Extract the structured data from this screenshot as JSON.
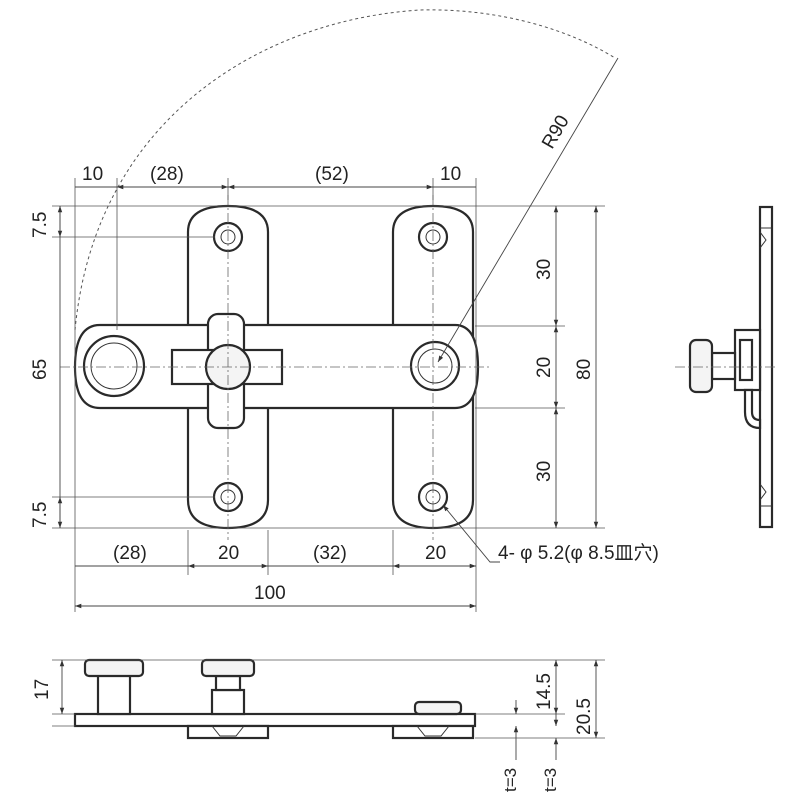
{
  "dimensions": {
    "top_10_left": "10",
    "top_28": "(28)",
    "top_52": "(52)",
    "top_10_right": "10",
    "left_7_5_top": "7.5",
    "left_65": "65",
    "left_7_5_bottom": "7.5",
    "right_30_top": "30",
    "right_20": "20",
    "right_80": "80",
    "right_30_bottom": "30",
    "bottom_28": "(28)",
    "bottom_20_left": "20",
    "bottom_32": "(32)",
    "bottom_20_right": "20",
    "bottom_100": "100",
    "radius": "R90",
    "hole_note": "4- φ 5.2(φ 8.5皿穴)",
    "side_17": "17",
    "side_14_5": "14.5",
    "side_20_5": "20.5",
    "side_t3_left": "t=3",
    "side_t3_right": "t=3"
  }
}
